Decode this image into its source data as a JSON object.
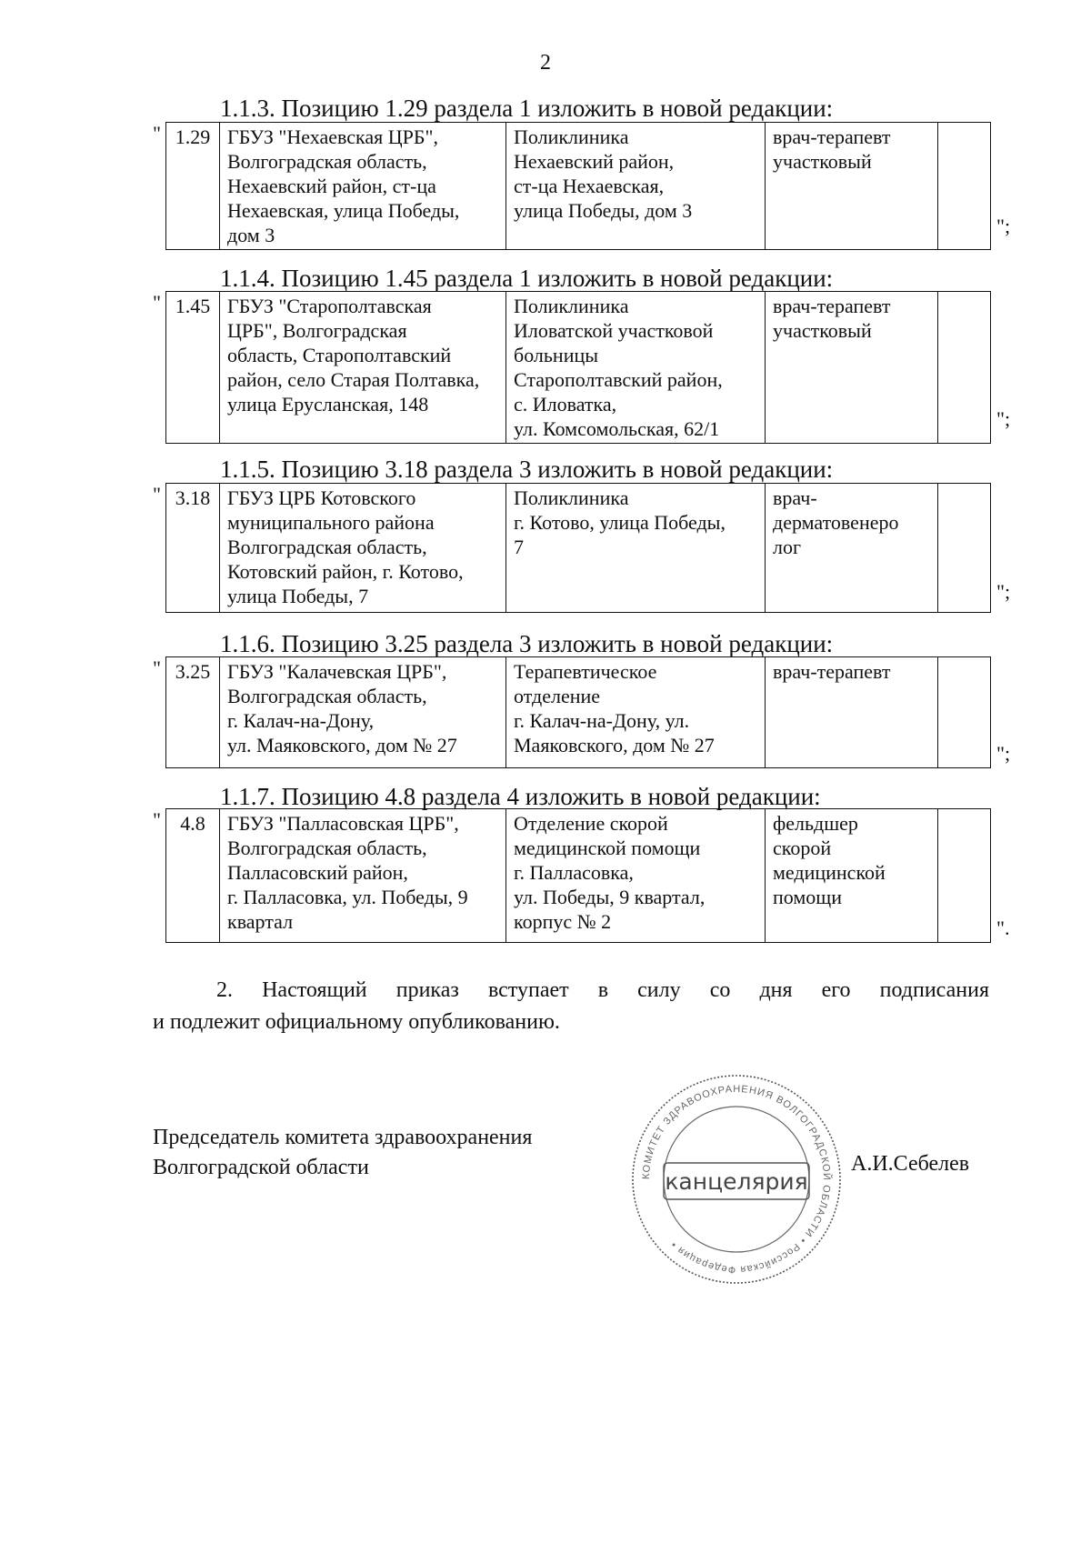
{
  "page_number": "2",
  "items": [
    {
      "heading": "1.1.3. Позицию 1.29 раздела 1 изложить в новой редакции:",
      "quote_open": "\"",
      "number": "1.29",
      "institution": [
        "ГБУЗ \"Нехаевская ЦРБ\",",
        "Волгоградская область,",
        "Нехаевский район, ст-ца",
        "Нехаевская, улица Победы,",
        "дом 3"
      ],
      "unit": [
        "Поликлиника",
        "Нехаевский район,",
        "ст-ца Нехаевская,",
        "улица Победы, дом 3"
      ],
      "position": [
        "врач-терапевт",
        "участковый"
      ],
      "extra": "",
      "quote_close": "\";"
    },
    {
      "heading": "1.1.4. Позицию 1.45 раздела 1 изложить в новой редакции:",
      "quote_open": "\"",
      "number": "1.45",
      "institution": [
        "ГБУЗ \"Старополтавская",
        "ЦРБ\", Волгоградская",
        "область, Старополтавский",
        "район, село Старая Полтавка,",
        "улица Еруcланская, 148"
      ],
      "unit": [
        "Поликлиника",
        "Иловатской участковой",
        "больницы",
        "Старополтавский район,",
        "с. Иловатка,",
        "ул. Комсомольская, 62/1"
      ],
      "position": [
        "врач-терапевт",
        "участковый"
      ],
      "extra": "",
      "quote_close": "\";"
    },
    {
      "heading": "1.1.5. Позицию 3.18 раздела 3 изложить в новой редакции:",
      "quote_open": "\"",
      "number": "3.18",
      "institution": [
        "ГБУЗ ЦРБ Котовского",
        "муниципального района",
        "Волгоградская область,",
        "Котовский район, г. Котово,",
        "улица Победы, 7"
      ],
      "unit": [
        "Поликлиника",
        "г. Котово, улица Победы,",
        "7"
      ],
      "position": [
        "врач-",
        "дерматовенеро",
        "лог"
      ],
      "extra": "",
      "quote_close": "\";"
    },
    {
      "heading": "1.1.6. Позицию 3.25 раздела 3 изложить в новой редакции:",
      "quote_open": "\"",
      "number": "3.25",
      "institution": [
        "ГБУЗ \"Калачевская ЦРБ\",",
        "Волгоградская область,",
        "г. Калач-на-Дону,",
        "ул. Маяковского, дом № 27"
      ],
      "unit": [
        "Терапевтическое",
        "отделение",
        "г. Калач-на-Дону, ул.",
        "Маяковского, дом № 27"
      ],
      "position": [
        "врач-терапевт"
      ],
      "extra": "",
      "quote_close": "\";"
    },
    {
      "heading": "1.1.7. Позицию 4.8 раздела 4 изложить в новой редакции:",
      "quote_open": "\"",
      "number": "4.8",
      "institution": [
        "ГБУЗ \"Палласовская ЦРБ\",",
        "Волгоградская область,",
        "Палласовский район,",
        "г. Палласовка, ул. Победы, 9",
        "квартал"
      ],
      "unit": [
        "Отделение скорой",
        "медицинской помощи",
        "г. Палласовка,",
        "ул. Победы, 9 квартал,",
        "корпус № 2"
      ],
      "position": [
        "фельдшер",
        "скорой",
        "медицинской",
        "помощи"
      ],
      "extra": "",
      "quote_close": "\"."
    }
  ],
  "paragraph": {
    "line1": "2. Настоящий приказ вступает в силу со дня его подписания",
    "line2": "и подлежит официальному опубликованию."
  },
  "signature": {
    "title_line1": "Председатель комитета здравоохранения",
    "title_line2": "Волгоградской области",
    "name": "А.И.Себелев"
  },
  "stamp": {
    "center_text": "канцелярия",
    "ring_text": "КОМИТЕТ ЗДРАВООХРАНЕНИЯ ВОЛГОГРАДСКОЙ ОБЛАСТИ • Российская Федерация •",
    "color": "#555555"
  }
}
